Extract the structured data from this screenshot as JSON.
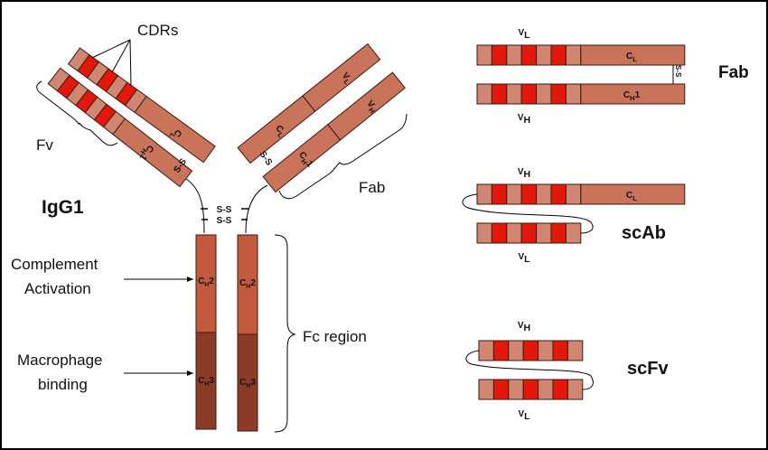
{
  "colors": {
    "constant": "#c8735a",
    "framework": "#d08670",
    "cdr": "#e4170b",
    "fc_ch2": "#c45a3c",
    "fc_ch3": "#8c3b28",
    "outline": "#3a1a12"
  },
  "igg": {
    "title": "IgG1",
    "cdrs_label": "CDRs",
    "fv_label": "Fv",
    "fab_label": "Fab",
    "fc_label": "Fc region",
    "ss1": "S-S",
    "ss2": "S-S",
    "ss_left": "S-S",
    "ss_right": "S-S",
    "complement_line1": "Complement",
    "complement_line2": "Activation",
    "macrophage_line1": "Macrophage",
    "macrophage_line2": "binding",
    "cl_left": {
      "main": "C",
      "sub": "L",
      "suffix": ""
    },
    "ch1_left": {
      "main": "C",
      "sub": "H",
      "suffix": "1"
    },
    "cl_right": {
      "main": "C",
      "sub": "L",
      "suffix": ""
    },
    "vl_right": {
      "main": "V",
      "sub": "L",
      "suffix": ""
    },
    "vh_right": {
      "main": "V",
      "sub": "H",
      "suffix": ""
    },
    "ch1_right": {
      "main": "C",
      "sub": "H",
      "suffix": "1"
    },
    "ch2_left": {
      "main": "C",
      "sub": "H",
      "suffix": "2"
    },
    "ch3_left": {
      "main": "C",
      "sub": "H",
      "suffix": "3"
    },
    "ch2_right": {
      "main": "C",
      "sub": "H",
      "suffix": "2"
    },
    "ch3_right": {
      "main": "C",
      "sub": "H",
      "suffix": "3"
    }
  },
  "fab": {
    "title": "Fab",
    "vl": {
      "main": "V",
      "sub": "L",
      "suffix": ""
    },
    "vh": {
      "main": "V",
      "sub": "H",
      "suffix": ""
    },
    "cl": {
      "main": "C",
      "sub": "L",
      "suffix": ""
    },
    "ch1": {
      "main": "C",
      "sub": "H",
      "suffix": "1"
    },
    "ss": "S-S"
  },
  "scab": {
    "title": "scAb",
    "vh": {
      "main": "V",
      "sub": "H",
      "suffix": ""
    },
    "vl": {
      "main": "V",
      "sub": "L",
      "suffix": ""
    },
    "cl": {
      "main": "C",
      "sub": "L",
      "suffix": ""
    }
  },
  "scfv": {
    "title": "scFv",
    "vh": {
      "main": "V",
      "sub": "H",
      "suffix": ""
    },
    "vl": {
      "main": "V",
      "sub": "L",
      "suffix": ""
    }
  }
}
